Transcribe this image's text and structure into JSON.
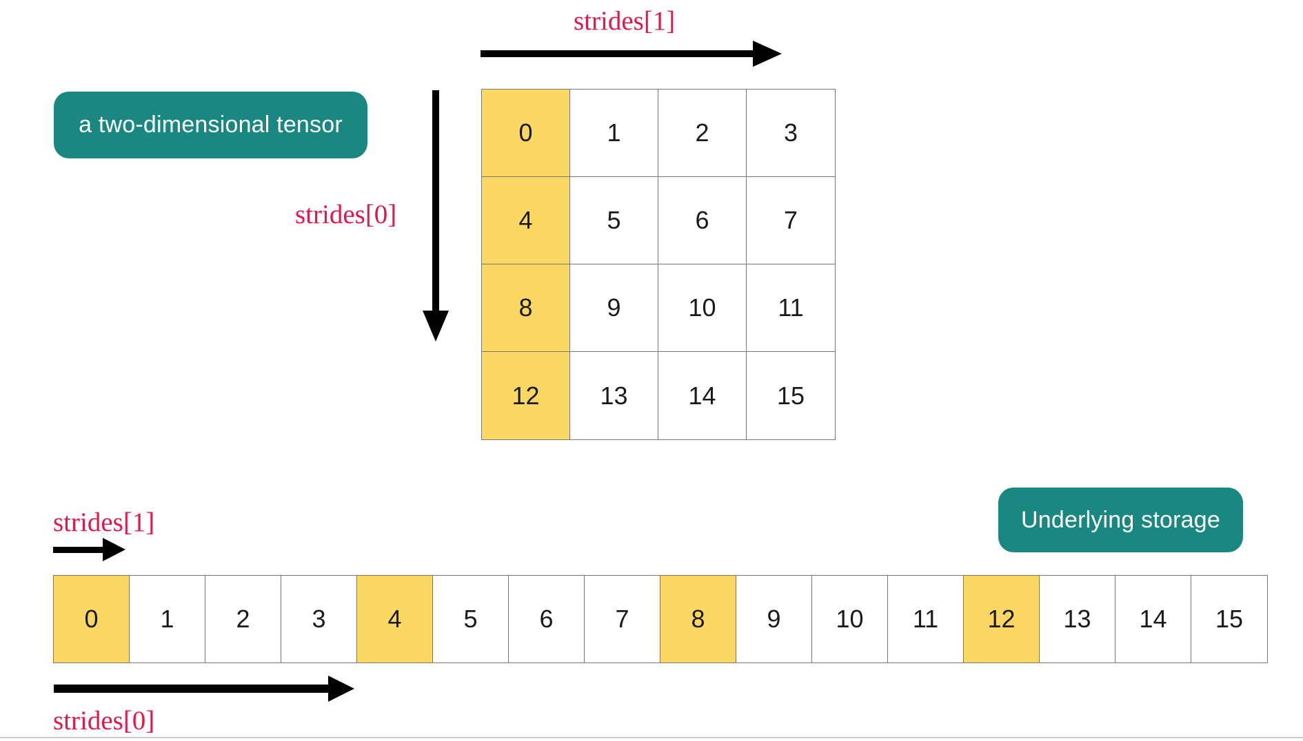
{
  "colors": {
    "teal": "#1A8781",
    "yellow": "#FBD763",
    "red": "#E5174A",
    "cell-border": "#777777",
    "arrow": "#000000",
    "divider": "#CBCBCB"
  },
  "tensor": {
    "badge_label": "a two-dimensional tensor",
    "strides1_label": "strides[1]",
    "strides0_label": "strides[0]",
    "grid": {
      "rows": 4,
      "cols": 4,
      "values": [
        [
          0,
          1,
          2,
          3
        ],
        [
          4,
          5,
          6,
          7
        ],
        [
          8,
          9,
          10,
          11
        ],
        [
          12,
          13,
          14,
          15
        ]
      ],
      "highlighted_column": 0
    }
  },
  "storage": {
    "badge_label": "Underlying storage",
    "strides1_label": "strides[1]",
    "strides0_label": "strides[0]",
    "cells": [
      0,
      1,
      2,
      3,
      4,
      5,
      6,
      7,
      8,
      9,
      10,
      11,
      12,
      13,
      14,
      15
    ],
    "highlighted_cells": [
      0,
      4,
      8,
      12
    ]
  }
}
